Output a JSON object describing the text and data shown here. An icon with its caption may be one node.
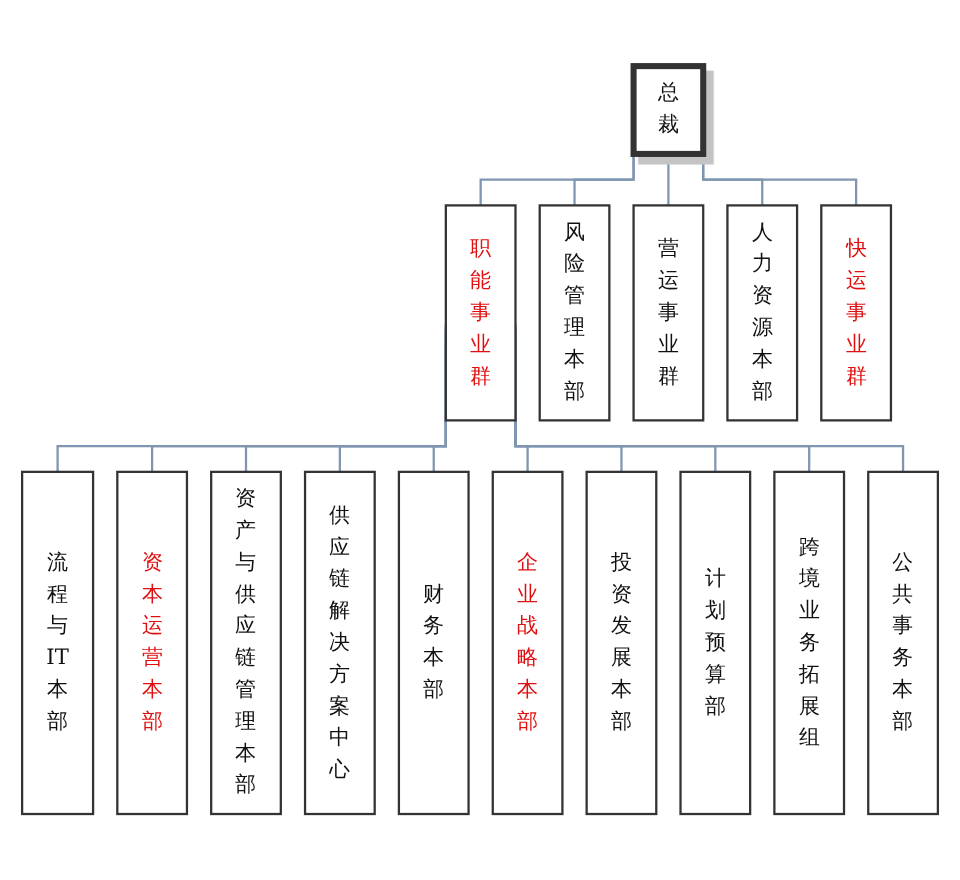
{
  "diagram": {
    "nodes": [
      {
        "text": [
          "总裁"
        ]
      },
      {
        "text": [
          "职能事业群"
        ]
      },
      {
        "text": [
          "风险管理本部"
        ]
      },
      {
        "text": [
          "营运事业群"
        ]
      },
      {
        "text": [
          "人力资源本部"
        ]
      },
      {
        "text": [
          "快运事业群"
        ]
      },
      {
        "text": [
          "流程与IT本部"
        ]
      },
      {
        "text": [
          "资本运营本部"
        ]
      },
      {
        "text": [
          "资产与供应链管理本部"
        ]
      },
      {
        "text": [
          "供应链解决方案中心"
        ]
      },
      {
        "text": [
          "财务本部"
        ]
      },
      {
        "text": [
          "企业战略本部"
        ]
      },
      {
        "text": [
          "投资发展本部"
        ]
      },
      {
        "text": [
          "计划预算部"
        ]
      },
      {
        "text": [
          "跨境业务拓展组"
        ]
      },
      {
        "text": [
          "公共事务本部"
        ]
      }
    ],
    "edges": [
      {
        "from": 0,
        "to": 1,
        "arrow": "none"
      },
      {
        "from": 0,
        "to": 2,
        "arrow": "none"
      },
      {
        "from": 0,
        "to": 3,
        "arrow": "none"
      },
      {
        "from": 0,
        "to": 4,
        "arrow": "none"
      },
      {
        "from": 0,
        "to": 5,
        "arrow": "none"
      },
      {
        "from": 1,
        "to": 6,
        "arrow": "none"
      },
      {
        "from": 1,
        "to": 7,
        "arrow": "none"
      },
      {
        "from": 1,
        "to": 8,
        "arrow": "none"
      },
      {
        "from": 1,
        "to": 9,
        "arrow": "none"
      },
      {
        "from": 1,
        "to": 10,
        "arrow": "none"
      },
      {
        "from": 1,
        "to": 11,
        "arrow": "none"
      },
      {
        "from": 1,
        "to": 12,
        "arrow": "none"
      },
      {
        "from": 1,
        "to": 13,
        "arrow": "none"
      },
      {
        "from": 1,
        "to": 14,
        "arrow": "none"
      },
      {
        "from": 1,
        "to": 15,
        "arrow": "none"
      }
    ]
  }
}
